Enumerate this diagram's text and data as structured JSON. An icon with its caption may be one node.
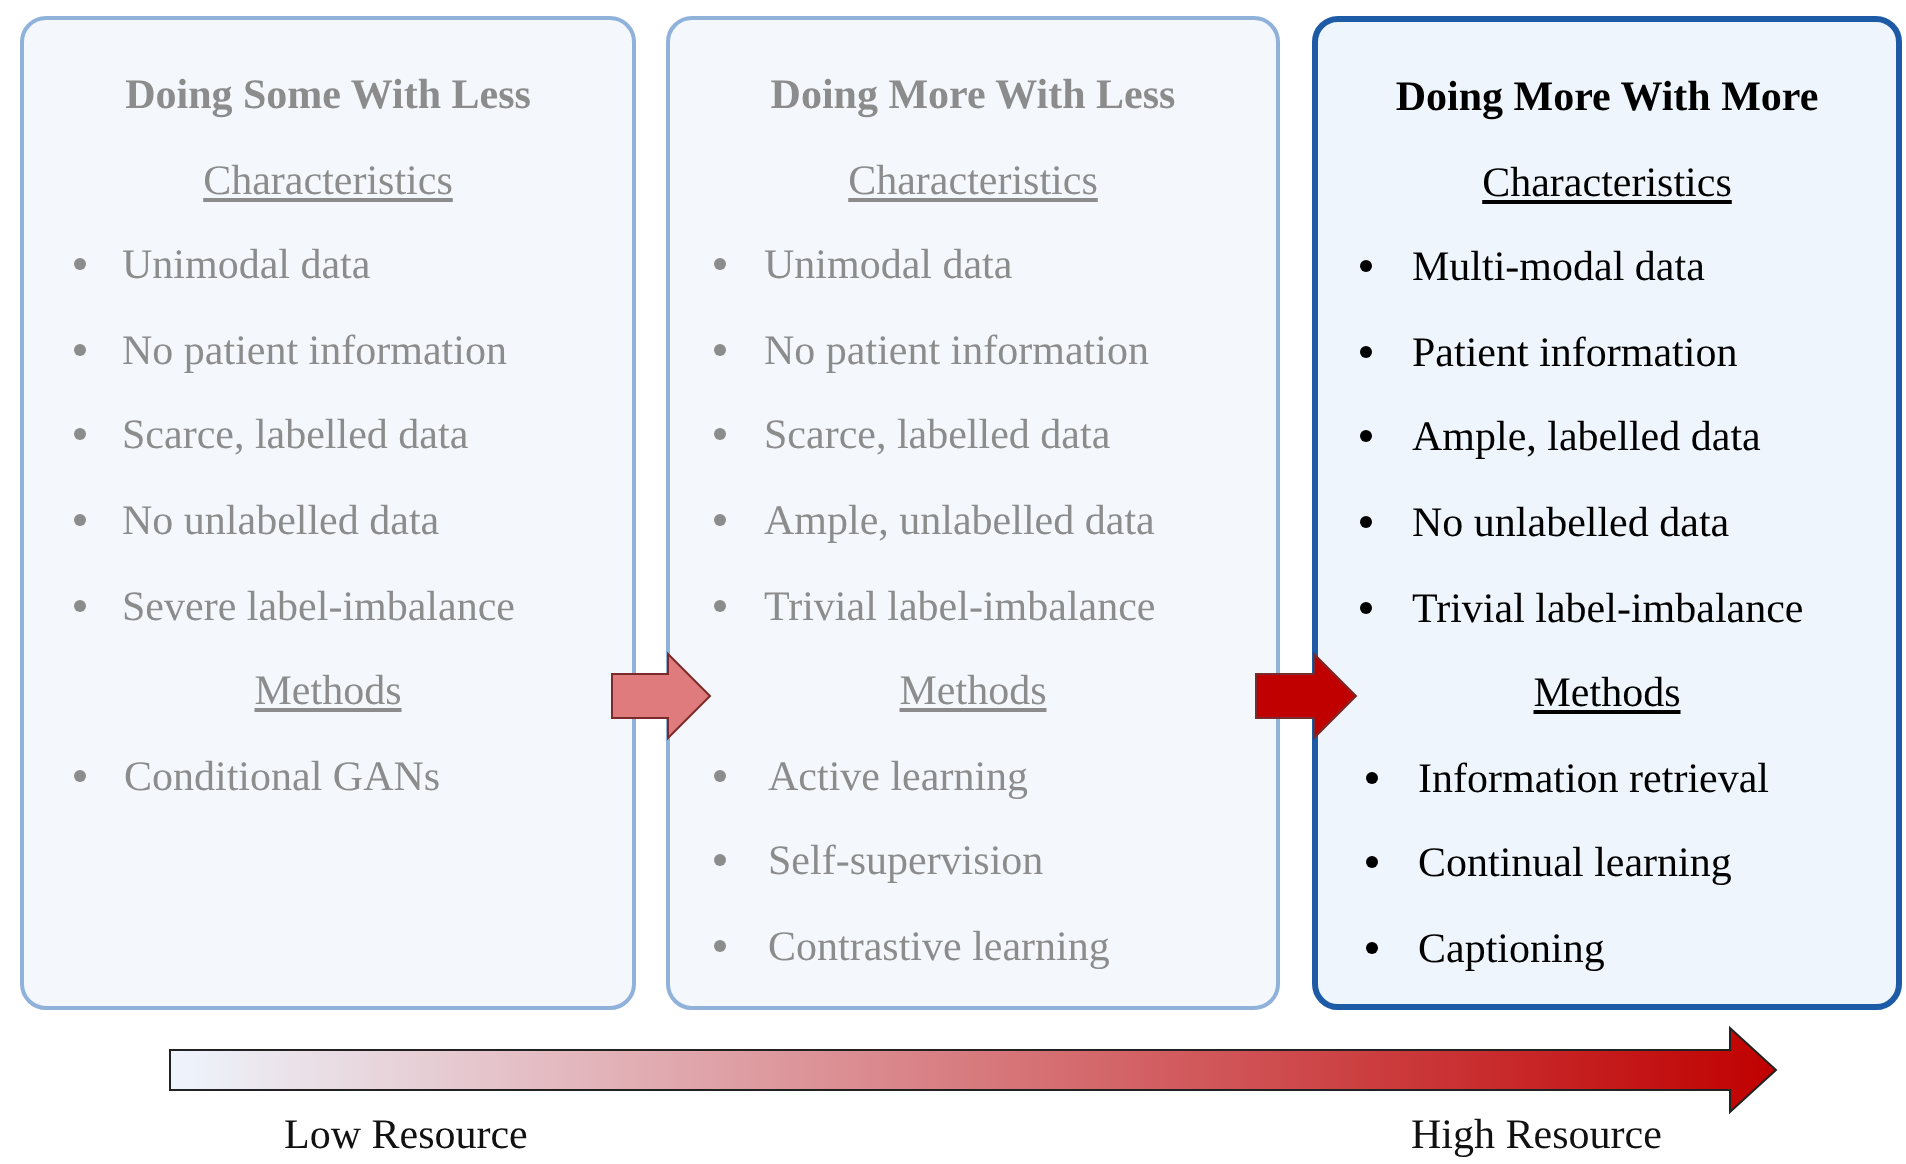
{
  "diagram": {
    "nodes": [
      {
        "text": [
          "Doing Some With Less",
          "Characteristics",
          "Unimodal data",
          "No patient information",
          "Scarce, labelled data",
          "No unlabelled data",
          "Severe label-imbalance",
          "Methods",
          "Conditional GANs"
        ]
      },
      {
        "text": [
          "Doing More With Less",
          "Characteristics",
          "Unimodal data",
          "No patient information",
          "Scarce, labelled data",
          "Ample, unlabelled data",
          "Trivial label-imbalance",
          "Methods",
          "Active learning",
          "Self-supervision",
          "Contrastive learning"
        ]
      },
      {
        "text": [
          "Doing More With More",
          "Characteristics",
          "Multi-modal data",
          "Patient information",
          "Ample, labelled data",
          "No unlabelled data",
          "Trivial label-imbalance",
          "Methods",
          "Information retrieval",
          "Continual learning",
          "Captioning"
        ]
      }
    ],
    "edges": [
      {
        "from": 0,
        "to": 1,
        "arrow": "to",
        "color": "#e07b7d"
      },
      {
        "from": 1,
        "to": 2,
        "arrow": "to",
        "color": "#c00000"
      }
    ],
    "labels": [
      "Low Resource",
      "High Resource"
    ]
  }
}
